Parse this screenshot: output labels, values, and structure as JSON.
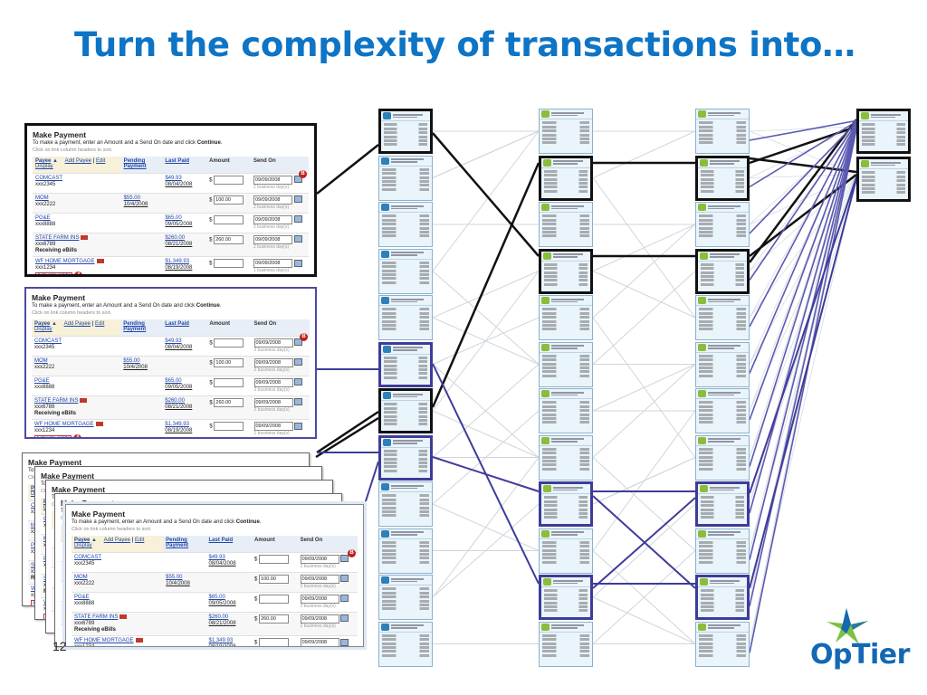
{
  "slide": {
    "title": "Turn the complexity of transactions into…",
    "page_number": "12"
  },
  "form": {
    "title": "Make Payment",
    "instruction_pre": "To make a payment, enter an Amount and a Send On date and click ",
    "instruction_bold": "Continue",
    "instruction_post": ".",
    "sort_hint": "Click on link column headers to sort.",
    "headers": {
      "payee": "Payee",
      "add_payee": "Add Payee",
      "edit_display": "Edit Display",
      "pending_payment": "Pending Payment",
      "last_paid": "Last Paid",
      "amount": "Amount",
      "send_on": "Send On"
    },
    "rows": [
      {
        "payee": "COMCAST",
        "account": "xxx2345",
        "sub": "",
        "pending_amount": "",
        "pending_date": "",
        "last_amount": "$49.93",
        "last_date": "08/04/2008",
        "amount": "",
        "send_on": "09/09/2008",
        "days": "2 business day(s)"
      },
      {
        "payee": "MOM",
        "account": "xxx2222",
        "sub": "",
        "pending_amount": "$55.00",
        "pending_date": "10/4/2008",
        "last_amount": "",
        "last_date": "",
        "amount": "100.00",
        "send_on": "09/09/2008",
        "days": "2 business day(s)"
      },
      {
        "payee": "PG&E",
        "account": "xxx8888",
        "sub": "",
        "pending_amount": "",
        "pending_date": "",
        "last_amount": "$65.00",
        "last_date": "09/05/2008",
        "amount": "",
        "send_on": "09/09/2008",
        "days": "2 business day(s)"
      },
      {
        "payee": "STATE FARM INS",
        "account": "xxx6789",
        "sub": "Receiving eBills",
        "pending_amount": "",
        "pending_date": "",
        "last_amount": "$260.00",
        "last_date": "08/21/2008",
        "amount": "260.00",
        "send_on": "09/09/2008",
        "days": "2 business day(s)"
      },
      {
        "payee": "WF HOME MORTGAGE",
        "account": "xxx1234",
        "sub": "Activate eBills",
        "pending_amount": "",
        "pending_date": "",
        "last_amount": "$1,349.93",
        "last_date": "08/19/2008",
        "amount": "",
        "send_on": "09/09/2008",
        "days": "1 business day(s)"
      }
    ],
    "currency": "$",
    "continue_label": "Continue",
    "marker_a": "A",
    "marker_b": "B"
  },
  "nodes": {
    "count_per_column": 12
  },
  "brand": {
    "logo_text": "OpTier",
    "title_color": "#0e74c5",
    "logo_blue": "#1468b4",
    "logo_green": "#7cc142",
    "highlight_blue": "#3e3c99",
    "highlight_black": "#111111"
  }
}
